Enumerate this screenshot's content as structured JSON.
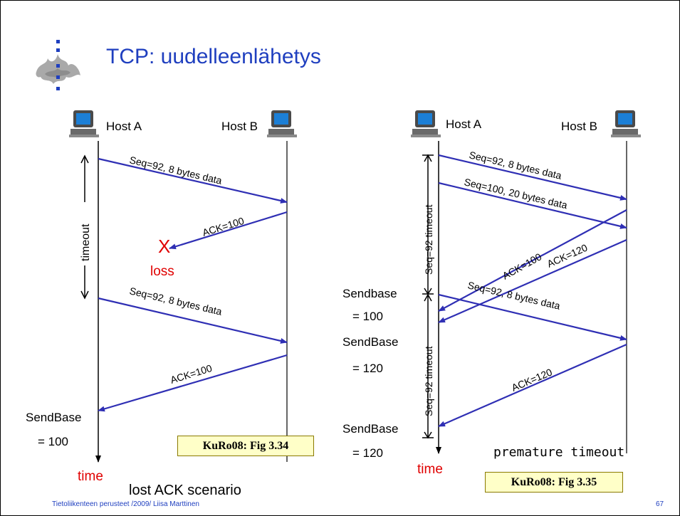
{
  "title": "TCP: uudelleenlähetys",
  "left_scenario": {
    "host_a": "Host A",
    "host_b": "Host B",
    "msg1": "Seq=92, 8 bytes data",
    "ack1": "ACK=100",
    "loss_mark": "X",
    "loss_label": "loss",
    "timeout_label": "timeout",
    "msg2": "Seq=92, 8 bytes data",
    "ack2": "ACK=100",
    "sendbase_label": "SendBase",
    "sendbase_value": "= 100",
    "time_label": "time",
    "reference": "KuRo08: Fig 3.34",
    "caption": "lost ACK scenario"
  },
  "right_scenario": {
    "host_a": "Host A",
    "host_b": "Host B",
    "msg1": "Seq=92, 8 bytes data",
    "msg2": "Seq=100, 20 bytes data",
    "ack1": "ACK=100",
    "ack2": "ACK=120",
    "timeout_label_1": "Seq=92 timeout",
    "timeout_label_2": "Seq=92 timeout",
    "msg3": "Seq=92, 8 bytes data",
    "ack3": "ACK=120",
    "sendbase1_label": "Sendbase",
    "sendbase1_value": "= 100",
    "sendbase2_label": "SendBase",
    "sendbase2_value": "= 120",
    "sendbase3_label": "SendBase",
    "sendbase3_value": "= 120",
    "time_label": "time",
    "reference": "KuRo08: Fig 3.35",
    "caption": "premature timeout"
  },
  "footer": "Tietoliikenteen perusteet /2009/  Liisa Marttinen",
  "page_number": "67",
  "colors": {
    "arrow": "#2f2fb4",
    "title": "#1f3fbf",
    "loss": "#e00000"
  }
}
